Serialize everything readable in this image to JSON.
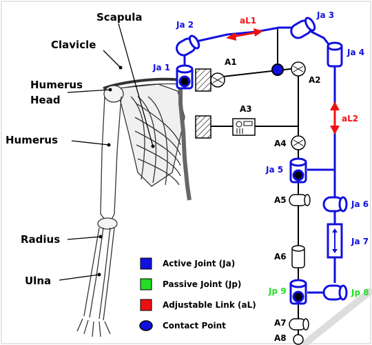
{
  "anatomy": {
    "scapula": "Scapula",
    "clavicle": "Clavicle",
    "humerus_head_1": "Humerus",
    "humerus_head_2": "Head",
    "humerus": "Humerus",
    "radius": "Radius",
    "ulna": "Ulna"
  },
  "joints": {
    "ja1": "Ja 1",
    "ja2": "Ja 2",
    "ja3": "Ja 3",
    "ja4": "Ja 4",
    "ja5": "Ja 5",
    "ja6": "Ja 6",
    "ja7": "Ja 7",
    "ja8": "Jp 8",
    "jp9": "Jp 9",
    "a1": "A1",
    "a2": "A2",
    "a3": "A3",
    "a4": "A4",
    "a5": "A5",
    "a6": "A6",
    "a7": "A7",
    "a8": "A8",
    "al1": "aL1",
    "al2": "aL2"
  },
  "legend": {
    "active": "Active Joint (Ja)",
    "passive": "Passive Joint (Jp)",
    "adjustable": "Adjustable Link (aL)",
    "contact": "Contact Point"
  },
  "colors": {
    "active": "#1010e0",
    "passive": "#22dd22",
    "adjustable": "#ee1111",
    "contact": "#1010e0"
  }
}
